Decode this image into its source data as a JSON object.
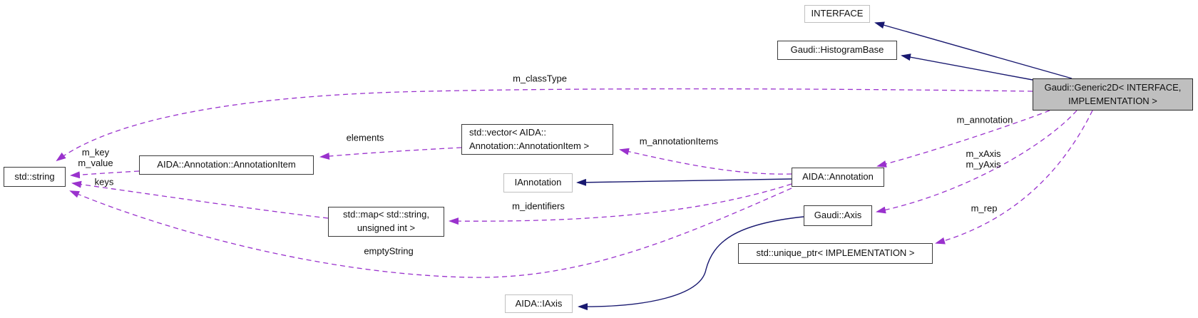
{
  "diagram": {
    "kind": "collaboration-graph",
    "main_class": "Gaudi::Generic2D< INTERFACE, IMPLEMENTATION >",
    "colors": {
      "background": "#ffffff",
      "inheritance_edge": "#191970",
      "usage_edge": "#9a32cd",
      "main_node_fill": "#bfbfbf",
      "node_fill": "#ffffff",
      "node_border_dark": "#3a3a3a",
      "node_border_light": "#c0c0c0",
      "text": "#111111"
    },
    "nodes": {
      "interface": {
        "label": "INTERFACE"
      },
      "histogram_base": {
        "label": "Gaudi::HistogramBase"
      },
      "generic2d": {
        "label": "Gaudi::Generic2D< INTERFACE,\nIMPLEMENTATION >"
      },
      "vector_annotation_item": {
        "label": "std::vector< AIDA::\nAnnotation::AnnotationItem >"
      },
      "annotation_item": {
        "label": "AIDA::Annotation::AnnotationItem"
      },
      "std_string": {
        "label": "std::string"
      },
      "iannotation": {
        "label": "IAnnotation"
      },
      "aida_annotation": {
        "label": "AIDA::Annotation"
      },
      "std_map": {
        "label": "std::map< std::string,\nunsigned int >"
      },
      "gaudi_axis": {
        "label": "Gaudi::Axis"
      },
      "unique_ptr": {
        "label": "std::unique_ptr< IMPLEMENTATION >"
      },
      "aida_iaxis": {
        "label": "AIDA::IAxis"
      }
    },
    "edge_labels": {
      "m_classType": "m_classType",
      "elements": "elements",
      "m_annotationItems": "m_annotationItems",
      "m_annotation": "m_annotation",
      "m_axes": "m_xAxis\nm_yAxis",
      "m_rep": "m_rep",
      "m_key_value": "m_key\nm_value",
      "keys": "keys",
      "m_identifiers": "m_identifiers",
      "emptyString": "emptyString"
    }
  }
}
